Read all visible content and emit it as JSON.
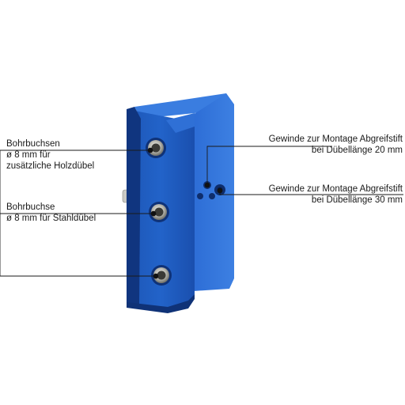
{
  "callouts": {
    "bohrbuchsen": {
      "line1": "Bohrbuchsen",
      "line2": "ø 8 mm für",
      "line3": "zusätzliche Holzdübel"
    },
    "bohrbuchse": {
      "line1": "Bohrbuchse",
      "line2": "ø 8 mm für Stahldübel"
    },
    "gewinde_20": {
      "line1": "Gewinde zur Montage Abgreifstift",
      "line2": "bei Dübellänge 20 mm"
    },
    "gewinde_30": {
      "line1": "Gewinde zur Montage Abgreifstift",
      "line2": "bei Dübellänge 30 mm"
    }
  },
  "colors": {
    "part_blue": "#1f5fc8",
    "part_blue_dark": "#133f94",
    "part_blue_light": "#3b7ee0",
    "leader_line": "#1a1a1a",
    "bushing_metal": "#b9b9b4"
  }
}
